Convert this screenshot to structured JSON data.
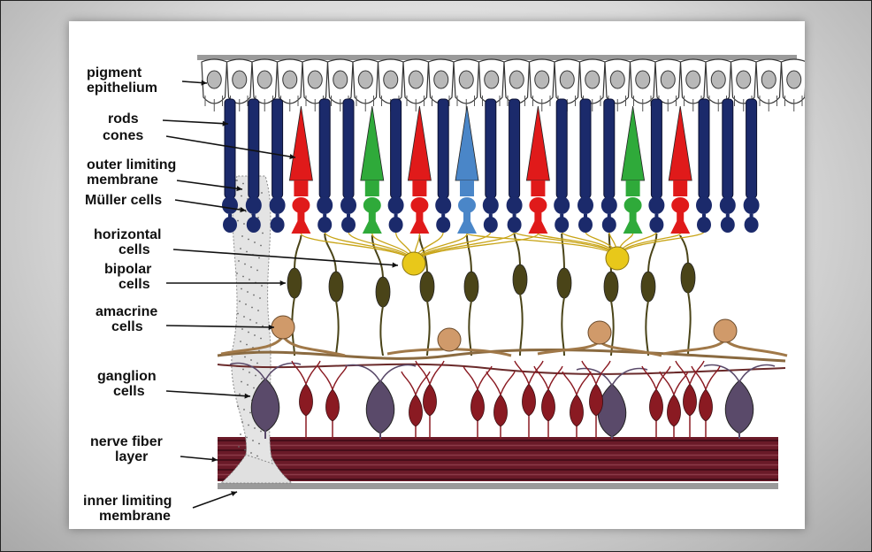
{
  "diagram": {
    "labels": {
      "pigment_1": "pigment",
      "pigment_2": "epithelium",
      "rods": "rods",
      "cones": "cones",
      "olm_1": "outer limiting",
      "olm_2": "membrane",
      "muller": "Müller cells",
      "horizontal_1": "horizontal",
      "horizontal_2": "cells",
      "bipolar_1": "bipolar",
      "bipolar_2": "cells",
      "amacrine_1": "amacrine",
      "amacrine_2": "cells",
      "ganglion_1": "ganglion",
      "ganglion_2": "cells",
      "nfl_1": "nerve fiber",
      "nfl_2": "layer",
      "ilm_1": "inner limiting",
      "ilm_2": "membrane"
    },
    "colors": {
      "rod": "#1b2a6b",
      "cone_red": "#e01a1a",
      "cone_green": "#2faa3a",
      "cone_blue": "#4a86c8",
      "bipolar": "#4a4418",
      "horizontal": "#e8c81a",
      "amacrine": "#d09a6a",
      "ganglion_large": "#5a4a6a",
      "ganglion_small": "#8a1a22",
      "nerve_fiber": "#6a1a28",
      "muller": "#c8c8c8"
    },
    "photoreceptors": [
      "rod",
      "rod",
      "rod",
      "red",
      "rod",
      "rod",
      "green",
      "rod",
      "red",
      "rod",
      "blue",
      "rod",
      "rod",
      "red",
      "rod",
      "rod",
      "rod",
      "green",
      "rod",
      "red",
      "rod",
      "rod",
      "rod"
    ]
  }
}
